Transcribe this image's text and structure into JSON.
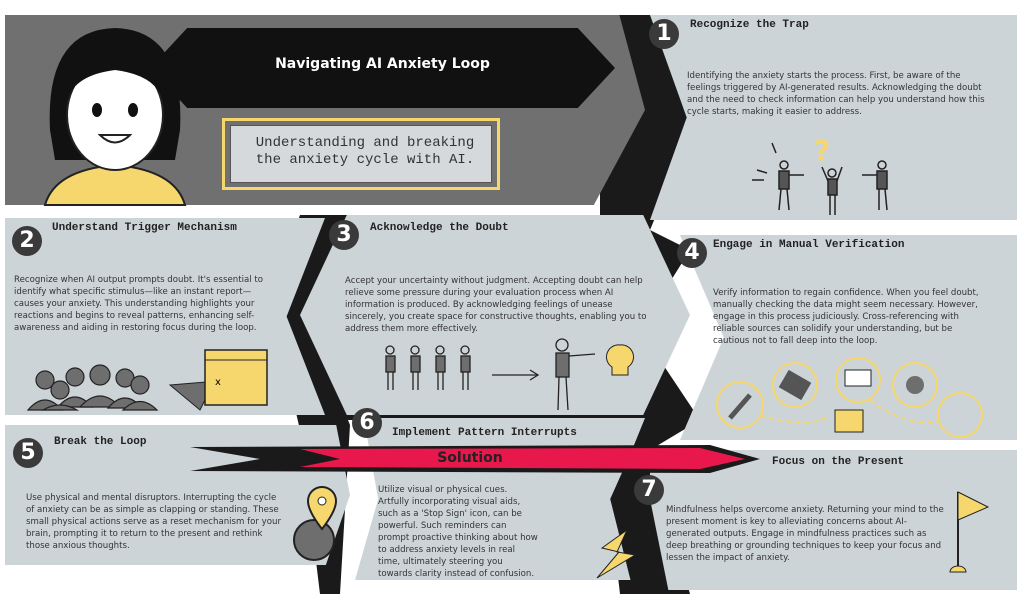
{
  "header": {
    "title": "Navigating AI Anxiety Loop",
    "subtitle": "Understanding and breaking the anxiety cycle with AI."
  },
  "colors": {
    "panel": "#cdd4d8",
    "dark": "#1a1a1a",
    "header_gray": "#707070",
    "accent_yellow": "#f5d76e",
    "solution_red": "#e8174c"
  },
  "steps": [
    {
      "number": "1",
      "title": "Recognize the Trap",
      "text": "Identifying the anxiety starts the process. First, be aware of the feelings triggered by AI-generated results. Acknowledging the doubt and the need to check information can help you understand how this cycle starts, making it easier to address.",
      "icon": "confused-people-icon"
    },
    {
      "number": "2",
      "title": "Understand Trigger Mechanism",
      "text": "Recognize when AI output prompts doubt. It's essential to identify what specific stimulus—like an instant report—causes your anxiety. This understanding highlights your reactions and begins to reveal patterns, enhancing self-awareness and aiding in restoring focus during the loop.",
      "icon": "crowd-calendar-icon"
    },
    {
      "number": "3",
      "title": "Acknowledge the Doubt",
      "text": "Accept your uncertainty without judgment. Accepting doubt can help relieve some pressure during your evaluation process when AI information is produced. By acknowledging feelings of unease sincerely, you create space for constructive thoughts, enabling you to address them more effectively.",
      "icon": "people-lightbulb-icon"
    },
    {
      "number": "4",
      "title": "Engage in Manual Verification",
      "text": "Verify information to regain confidence. When you feel doubt, manually checking the data might seem necessary. However, engage in this process judiciously. Cross-referencing with reliable sources can solidify your understanding, but be cautious not to fall deep into the loop.",
      "icon": "verification-tools-icon"
    },
    {
      "number": "5",
      "title": "Break the Loop",
      "text": "Use physical and mental disruptors. Interrupting the cycle of anxiety can be as simple as clapping or standing. These small physical actions serve as a reset mechanism for your brain, prompting it to return to the present and rethink those anxious thoughts.",
      "icon": "globe-pin-icon"
    },
    {
      "number": "6",
      "title": "Implement Pattern Interrupts",
      "text": "Utilize visual or physical cues. Artfully incorporating visual aids, such as a 'Stop Sign' icon, can be powerful. Such reminders can prompt proactive thinking about how to address anxiety levels in real time, ultimately steering you towards clarity instead of confusion.",
      "icon": "lightning-icon"
    },
    {
      "number": "7",
      "title": "Focus on the Present",
      "text": "Mindfulness helps overcome anxiety. Returning your mind to the present moment is key to alleviating concerns about AI-generated outputs. Engage in mindfulness practices such as deep breathing or grounding techniques to keep your focus and lessen the impact of anxiety.",
      "icon": "flag-icon"
    }
  ],
  "solution": {
    "label": "Solution"
  }
}
